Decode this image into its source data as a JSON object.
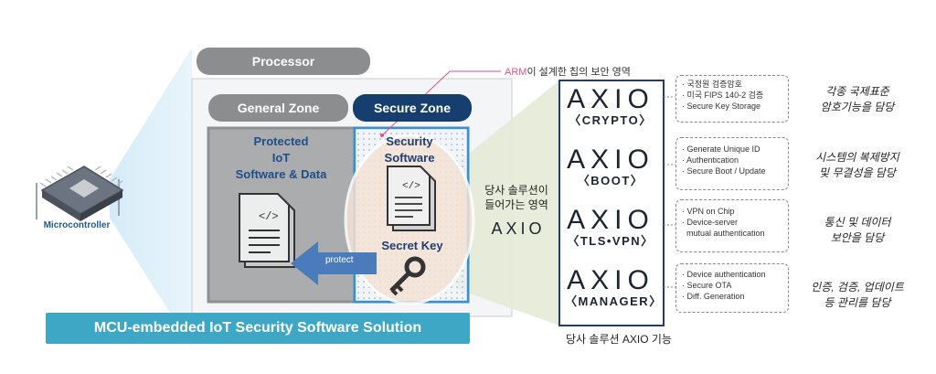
{
  "annotation": {
    "arm_prefix": "ARM",
    "arm_suffix": "이 설계한 칩의 보안 영역"
  },
  "diagram": {
    "processor": "Processor",
    "general_zone": "General Zone",
    "secure_zone": "Secure Zone",
    "protected_lines": [
      "Protected",
      "IoT",
      "Software & Data"
    ],
    "security_software_lines": [
      "Security",
      "Software"
    ],
    "secret_key": "Secret Key",
    "protect": "protect",
    "microcontroller": "Microcontroller",
    "banner": "MCU-embedded IoT Security Software Solution",
    "solution_area_lines": [
      "당사 솔루션이",
      "들어가는 영역"
    ],
    "axio": "AXIO"
  },
  "products": [
    {
      "name": "AXIO",
      "sub": "CRYPTO",
      "features": [
        "· 국정원 검증암호",
        "· 미국 FIPS 140-2 검증",
        "· Secure Key Storage"
      ],
      "desc": [
        "각종 국제표준",
        "암호기능을 담당"
      ]
    },
    {
      "name": "AXIO",
      "sub": "BOOT",
      "features": [
        "· Generate Unique ID",
        "· Authentication",
        "· Secure Boot / Update"
      ],
      "desc": [
        "시스템의 복제방지",
        "및 무결성을 담당"
      ]
    },
    {
      "name": "AXIO",
      "sub": "TLS•VPN",
      "features": [
        "· VPN on Chip",
        "· Device-server",
        "  mutual authentication"
      ],
      "desc": [
        "통신 및 데이터",
        "보안을 담당"
      ]
    },
    {
      "name": "AXIO",
      "sub": "MANAGER",
      "features": [
        "· Device authentication",
        "· Secure OTA",
        "· Diff. Generation"
      ],
      "desc": [
        "인증, 검증, 업데이트",
        "등 관리를 담당"
      ]
    }
  ],
  "footer_caption": "당사 솔루션 AXIO 기능"
}
